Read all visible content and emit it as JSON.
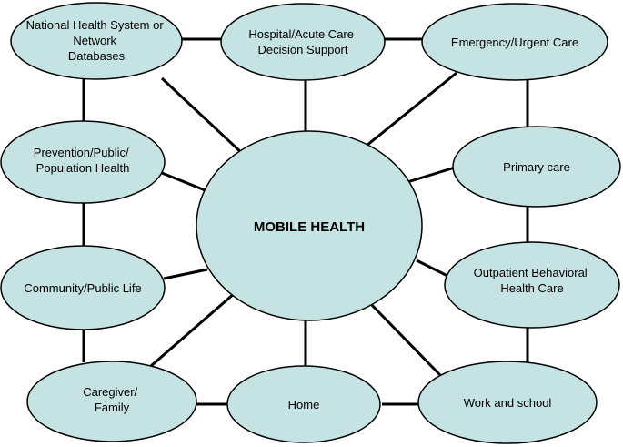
{
  "diagram": {
    "center": {
      "label": "MOBILE HEALTH"
    },
    "nodes": [
      {
        "id": "national-health-db",
        "lines": [
          "National Health System or",
          "Network",
          "Databases"
        ]
      },
      {
        "id": "hospital-acute-care",
        "lines": [
          "Hospital/Acute Care",
          "Decision Support"
        ]
      },
      {
        "id": "emergency-urgent-care",
        "lines": [
          "Emergency/Urgent Care"
        ]
      },
      {
        "id": "prevention-public-health",
        "lines": [
          "Prevention/Public/",
          "Population Health"
        ]
      },
      {
        "id": "primary-care",
        "lines": [
          "Primary care"
        ]
      },
      {
        "id": "community-public-life",
        "lines": [
          "Community/Public Life"
        ]
      },
      {
        "id": "outpatient-behavioral",
        "lines": [
          "Outpatient Behavioral",
          "Health Care"
        ]
      },
      {
        "id": "caregiver-family",
        "lines": [
          "Caregiver/",
          "Family"
        ]
      },
      {
        "id": "home",
        "lines": [
          "Home"
        ]
      },
      {
        "id": "work-school",
        "lines": [
          "Work and school"
        ]
      }
    ]
  },
  "colors": {
    "node_fill": "#c6e3e3",
    "stroke": "#000000"
  }
}
